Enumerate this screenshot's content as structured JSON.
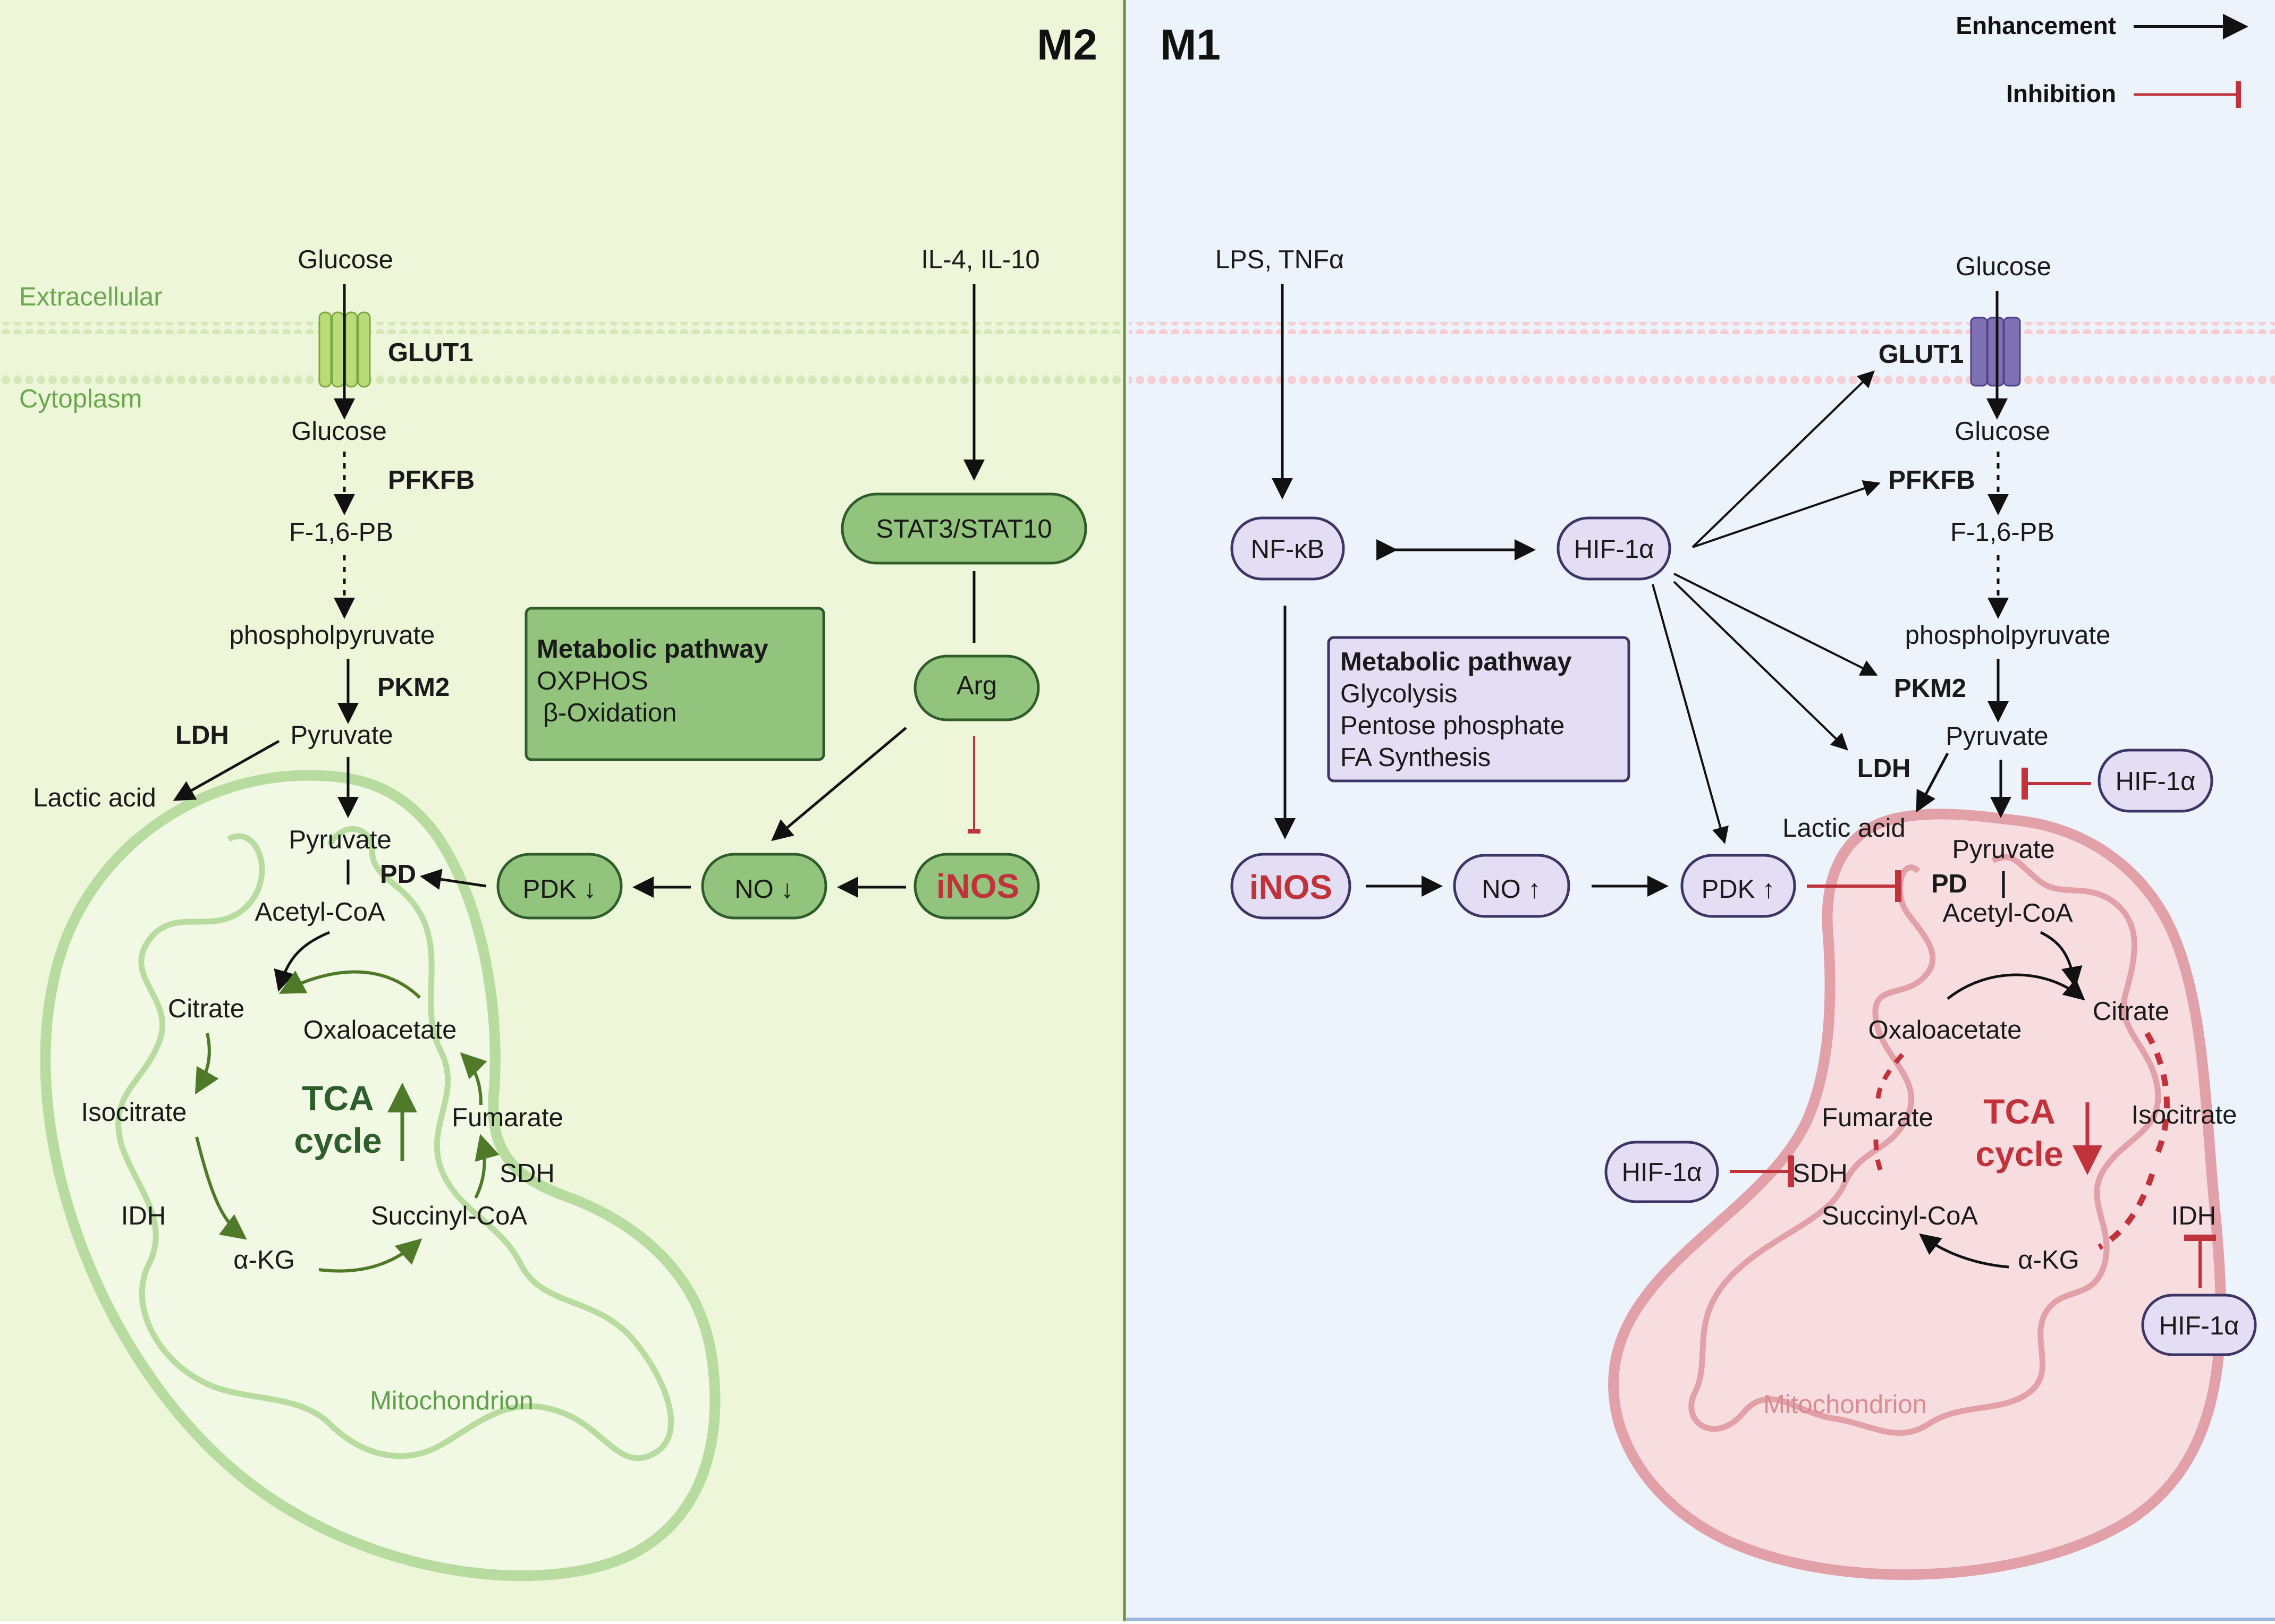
{
  "panels": {
    "left": "M2",
    "right": "M1"
  },
  "legend": {
    "enhancement": "Enhancement",
    "inhibition": "Inhibition"
  },
  "regions": {
    "extracellular": "Extracellular",
    "cytoplasm": "Cytoplasm"
  },
  "m2": {
    "glucose_out": "Glucose",
    "glut1": "GLUT1",
    "glucose_in": "Glucose",
    "pfkfb": "PFKFB",
    "f16pb": "F-1,6-PB",
    "pep": "phospholpyruvate",
    "pkm2": "PKM2",
    "ldh": "LDH",
    "pyruvate": "Pyruvate",
    "lactic": "Lactic acid",
    "cytokines": "IL-4, IL-10",
    "stat": "STAT3/STAT10",
    "arg": "Arg",
    "inos": "iNOS",
    "no": "NO ↓",
    "pdk": "PDK ↓",
    "box_title": "Metabolic pathway",
    "box_lines": [
      "OXPHOS",
      "β-Oxidation"
    ],
    "mito_pyruvate": "Pyruvate",
    "pd": "PD",
    "acetyl": "Acetyl-CoA",
    "citrate": "Citrate",
    "oxaloacetate": "Oxaloacetate",
    "isocitrate": "Isocitrate",
    "tca_1": "TCA",
    "tca_2": "cycle",
    "fumarate": "Fumarate",
    "sdh": "SDH",
    "idh": "IDH",
    "succinyl": "Succinyl-CoA",
    "akg": "α-KG",
    "mitochondrion": "Mitochondrion"
  },
  "m1": {
    "stimuli": "LPS,  TNFα",
    "glucose_out": "Glucose",
    "glut1": "GLUT1",
    "glucose_in": "Glucose",
    "pfkfb": "PFKFB",
    "f16pb": "F-1,6-PB",
    "pep": "phospholpyruvate",
    "pkm2": "PKM2",
    "pyruvate": "Pyruvate",
    "ldh": "LDH",
    "lactic": "Lactic acid",
    "nfkb": "NF-κB",
    "hif": "HIF-1α",
    "hif2": "HIF-1α",
    "hif3": "HIF-1α",
    "hif4": "HIF-1α",
    "box_title": "Metabolic pathway",
    "box_lines": [
      "Glycolysis",
      "Pentose phosphate",
      "FA Synthesis"
    ],
    "inos": "iNOS",
    "no": "NO ↑",
    "pdk": "PDK ↑",
    "mito_pyruvate": "Pyruvate",
    "pd": "PD",
    "acetyl": "Acetyl-CoA",
    "citrate": "Citrate",
    "oxaloacetate": "Oxaloacetate",
    "isocitrate": "Isocitrate",
    "fumarate": "Fumarate",
    "tca_1": "TCA",
    "tca_2": "cycle",
    "sdh": "SDH",
    "idh": "IDH",
    "succinyl": "Succinyl-CoA",
    "akg": "α-KG",
    "mitochondrion": "Mitochondrion"
  },
  "colors": {
    "m2_background": "#eef6da",
    "m1_background": "#edf3fb",
    "m2_node": "#93c47d",
    "m1_node": "#e4def4",
    "enhancement": "#111111",
    "inhibition": "#c0333b"
  }
}
